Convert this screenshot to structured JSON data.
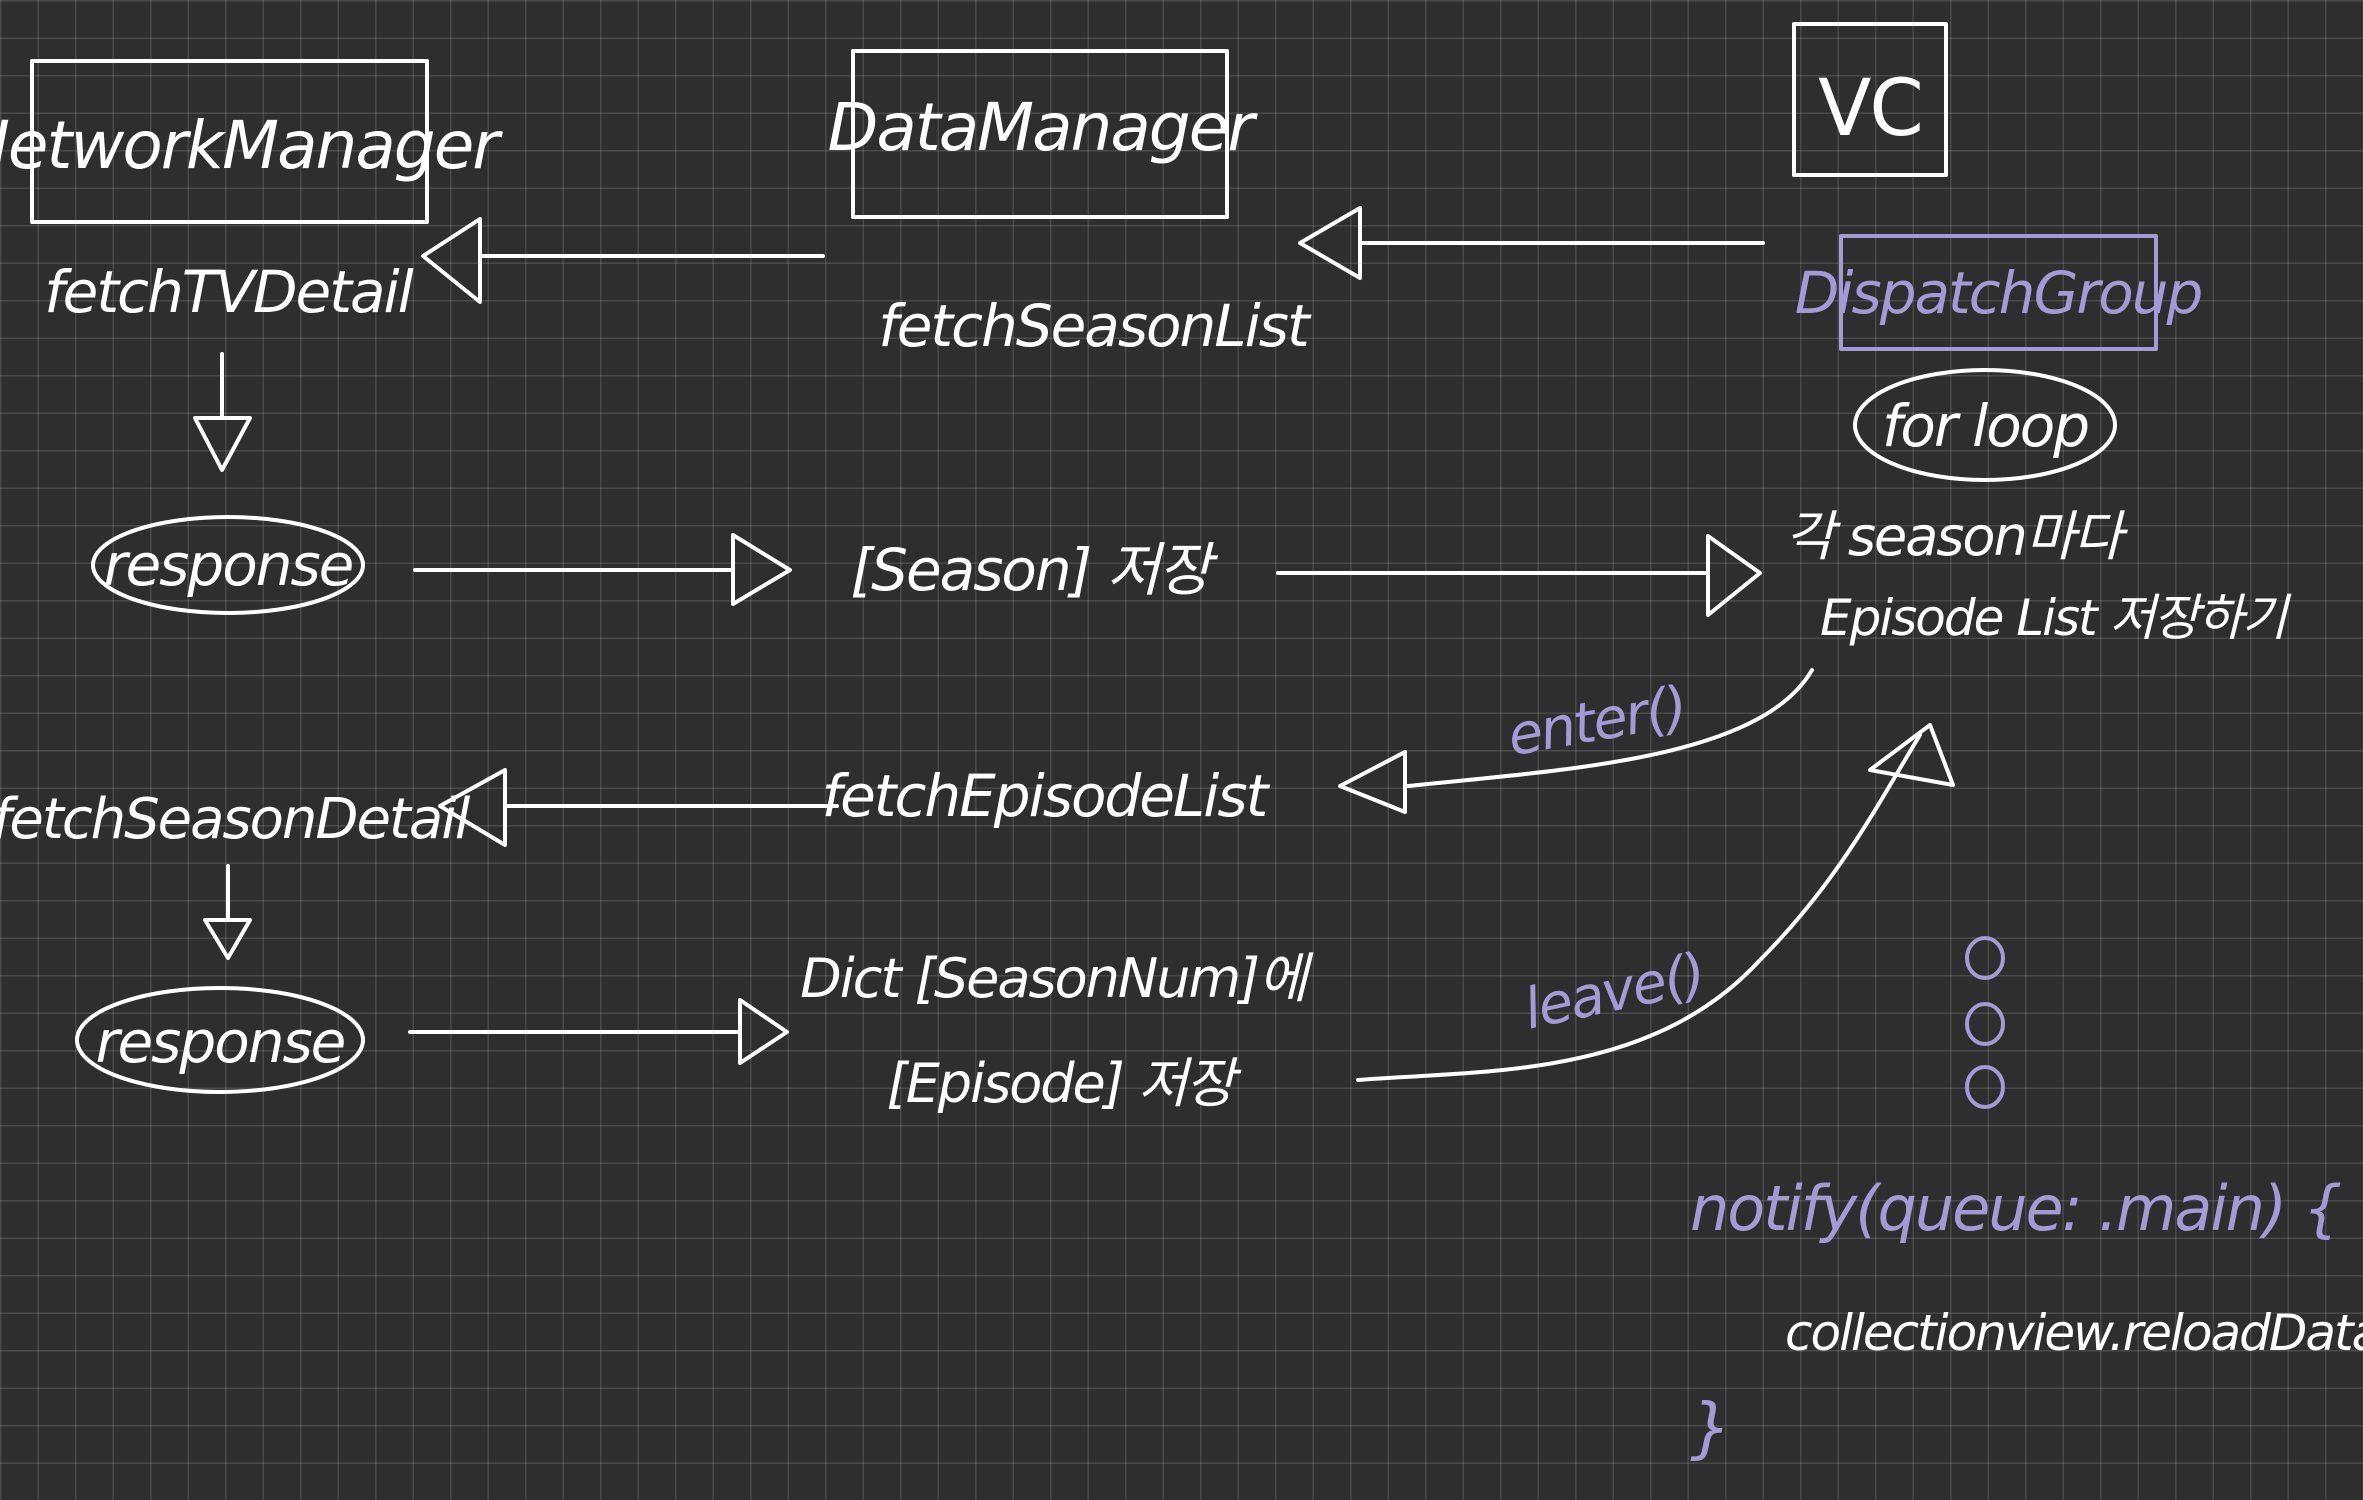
{
  "diagram": {
    "components": {
      "network_manager": "NetworkManager",
      "data_manager": "DataManager",
      "vc": "VC"
    },
    "methods": {
      "fetch_tv_detail": "fetchTVDetail",
      "fetch_season_list": "fetchSeasonList",
      "fetch_season_detail": "fetchSeasonDetail",
      "fetch_episode_list": "fetchEpisodeList"
    },
    "responses": {
      "response_1": "response",
      "response_2": "response"
    },
    "storage": {
      "season_store": "[Season] 저장",
      "dict_line_1": "Dict [SeasonNum]에",
      "dict_line_2": "[Episode] 저장"
    },
    "dispatch": {
      "group": "DispatchGroup",
      "loop": "for loop",
      "per_season_line_1": "각 season마다",
      "per_season_line_2": "Episode List 저장하기",
      "enter": "enter()",
      "leave": "leave()",
      "notify": "notify(queue: .main) {",
      "reload": "collectionview.reloadData()",
      "close_brace": "}"
    },
    "colors": {
      "background": "#2e2e2e",
      "ink_white": "#ffffff",
      "ink_purple": "#a39ad6"
    }
  }
}
